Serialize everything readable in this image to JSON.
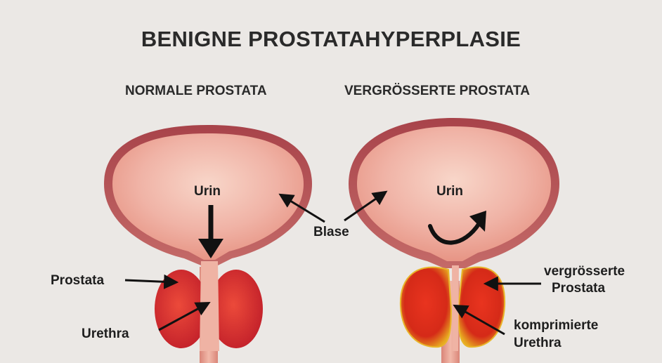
{
  "title": "BENIGNE PROSTATAHYPERPLASIE",
  "panels": {
    "normal": {
      "title": "NORMALE PROSTATA"
    },
    "enlarged": {
      "title": "VERGRÖSSERTE PROSTATA"
    }
  },
  "labels": {
    "urin": "Urin",
    "blase": "Blase",
    "prostata": "Prostata",
    "urethra": "Urethra",
    "enlarged_prostata_line1": "vergrösserte",
    "enlarged_prostata_line2": "Prostata",
    "compressed_urethra_line1": "komprimierte",
    "compressed_urethra_line2": "Urethra"
  },
  "colors": {
    "background": "#ebe8e5",
    "bladder_wall": "#b9545a",
    "bladder_inner": "#f0b3aa",
    "prostata_normal": "#d62d2d",
    "prostata_enlarged": "#e0321f",
    "arrow": "#111111"
  }
}
